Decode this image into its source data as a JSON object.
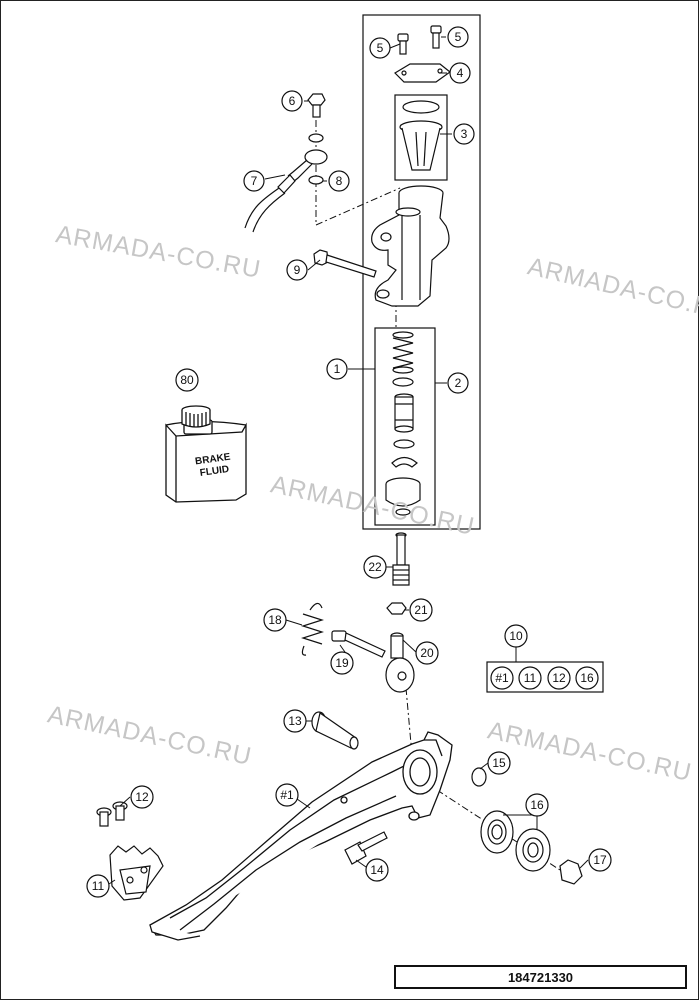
{
  "watermark": "ARMADA-CO.RU",
  "part_number": "184721330",
  "brake_fluid_label": [
    "BRAKE",
    "FLUID"
  ],
  "callouts": {
    "c1": "1",
    "c2": "2",
    "c3": "3",
    "c4": "4",
    "c5a": "5",
    "c5b": "5",
    "c6": "6",
    "c7": "7",
    "c8": "8",
    "c9": "9",
    "c10": "10",
    "c10_set": [
      "#1",
      "11",
      "12",
      "16"
    ],
    "c11": "11",
    "c12": "12",
    "c13": "13",
    "c14": "14",
    "c15": "15",
    "c16": "16",
    "c17": "17",
    "c18": "18",
    "c19": "19",
    "c20": "20",
    "c21": "21",
    "c22": "22",
    "c80": "80",
    "chash1": "#1"
  },
  "colors": {
    "line": "#111111",
    "watermark": "#c6c6c6",
    "background": "#ffffff"
  }
}
